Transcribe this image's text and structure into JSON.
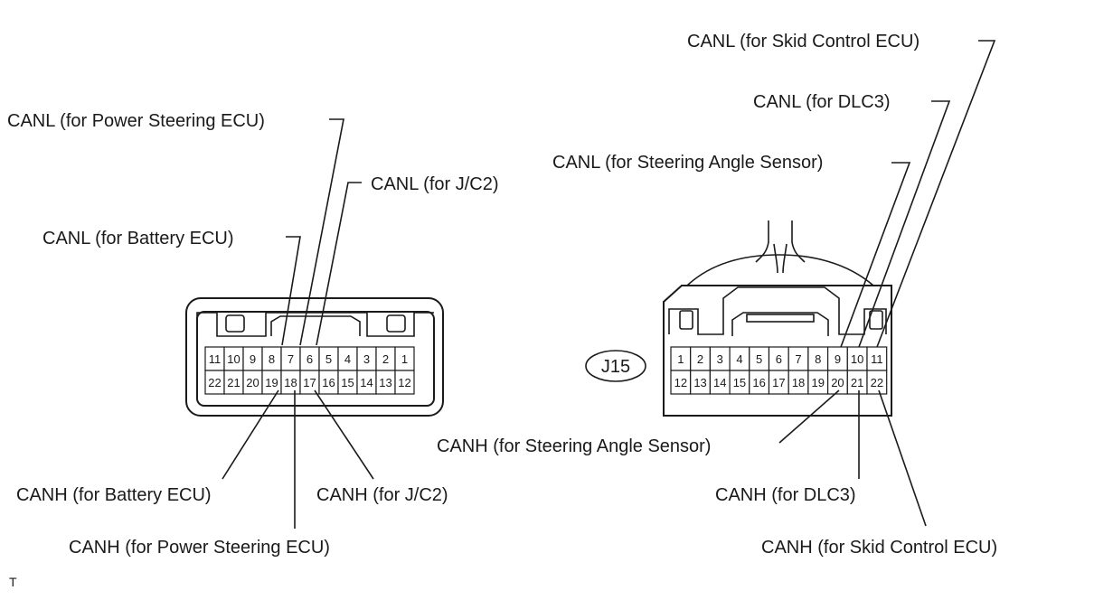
{
  "left_connector": {
    "row1": [
      "11",
      "10",
      "9",
      "8",
      "7",
      "6",
      "5",
      "4",
      "3",
      "2",
      "1"
    ],
    "row2": [
      "22",
      "21",
      "20",
      "19",
      "18",
      "17",
      "16",
      "15",
      "14",
      "13",
      "12"
    ],
    "labels": {
      "canl_power_steering": "CANL (for Power Steering ECU)",
      "canl_jc2": "CANL (for J/C2)",
      "canl_battery": "CANL (for Battery ECU)",
      "canh_battery": "CANH (for Battery ECU)",
      "canh_jc2": "CANH (for J/C2)",
      "canh_power_steering": "CANH (for Power Steering ECU)"
    }
  },
  "right_connector": {
    "id": "J15",
    "row1": [
      "1",
      "2",
      "3",
      "4",
      "5",
      "6",
      "7",
      "8",
      "9",
      "10",
      "11"
    ],
    "row2": [
      "12",
      "13",
      "14",
      "15",
      "16",
      "17",
      "18",
      "19",
      "20",
      "21",
      "22"
    ],
    "labels": {
      "canl_skid": "CANL (for Skid Control ECU)",
      "canl_dlc3": "CANL (for DLC3)",
      "canl_steering_angle": "CANL (for Steering Angle Sensor)",
      "canh_steering_angle": "CANH (for Steering Angle Sensor)",
      "canh_dlc3": "CANH (for DLC3)",
      "canh_skid": "CANH (for Skid Control ECU)"
    }
  },
  "corner_mark": "T"
}
